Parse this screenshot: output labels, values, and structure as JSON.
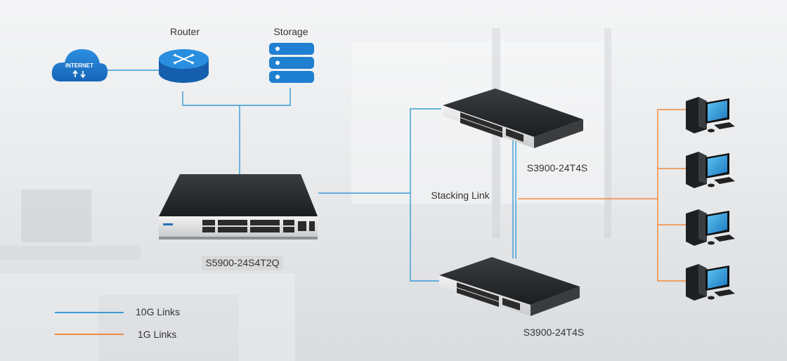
{
  "labels": {
    "router": "Router",
    "storage": "Storage",
    "internet": "INTERNET",
    "core_switch": "S5900-24S4T2Q",
    "switch_top": "S3900-24T4S",
    "switch_bottom": "S3900-24T4S",
    "stacking_link": "Stacking Link"
  },
  "legend": [
    {
      "label": "10G Links",
      "color": "#3a9bd6"
    },
    {
      "label": "1G Links",
      "color": "#f08a3c"
    }
  ],
  "colors": {
    "link_10g": "#3a9bd6",
    "link_1g": "#f08a3c",
    "device_blue": "#1f7fd0"
  }
}
